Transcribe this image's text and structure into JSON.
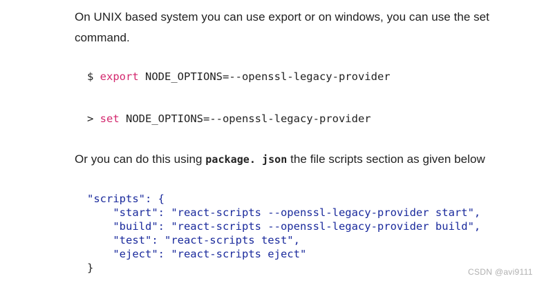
{
  "intro": {
    "text": "On UNIX based system you can use export or on windows, you can use the set command."
  },
  "unix_command": {
    "prompt": "$ ",
    "keyword": "export",
    "rest": " NODE_OPTIONS=--openssl-legacy-provider"
  },
  "windows_command": {
    "prompt": "> ",
    "keyword": "set",
    "rest": " NODE_OPTIONS=--openssl-legacy-provider"
  },
  "package_json_intro": {
    "before": "Or you can do this using ",
    "code": "package. json",
    "after": " the file scripts section as given below"
  },
  "scripts_block": {
    "open": "\"scripts\": {",
    "lines": [
      "    \"start\": \"react-scripts --openssl-legacy-provider start\",",
      "    \"build\": \"react-scripts --openssl-legacy-provider build\",",
      "    \"test\": \"react-scripts test\",",
      "    \"eject\": \"react-scripts eject\""
    ],
    "close": "}"
  },
  "watermark": "CSDN @avi9111",
  "colors": {
    "keyword": "#d3286e",
    "json_string": "#1a2a9c",
    "text": "#1f1f1f"
  }
}
